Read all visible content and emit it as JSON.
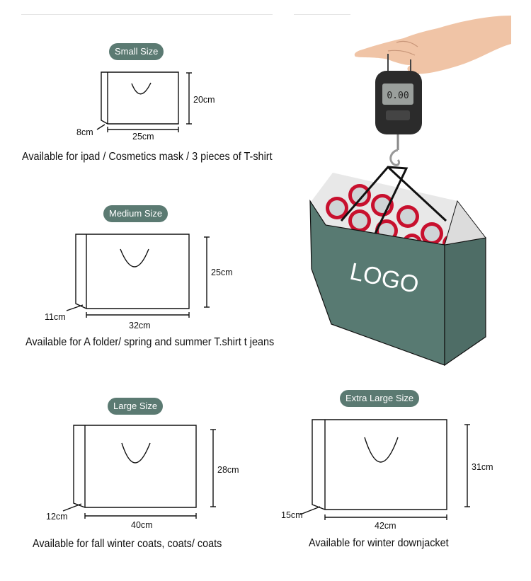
{
  "sizes": [
    {
      "label": "Small Size",
      "height": "20cm",
      "width": "25cm",
      "depth": "8cm",
      "description": "Available for ipad / Cosmetics mask / 3 pieces of T-shirt"
    },
    {
      "label": "Medium Size",
      "height": "25cm",
      "width": "32cm",
      "depth": "11cm",
      "description": "Available for A folder/ spring and summer T.shirt t jeans"
    },
    {
      "label": "Large Size",
      "height": "28cm",
      "width": "40cm",
      "depth": "12cm",
      "description": "Available for fall winter coats, coats/ coats"
    },
    {
      "label": "Extra Large Size",
      "height": "31cm",
      "width": "42cm",
      "depth": "15cm",
      "description": "Available for winter downjacket"
    }
  ],
  "photo": {
    "logo_text": "LOGO",
    "bag_color": "#587a72",
    "scale_reading": "0.00"
  },
  "colors": {
    "pill": "#5b7a72"
  }
}
